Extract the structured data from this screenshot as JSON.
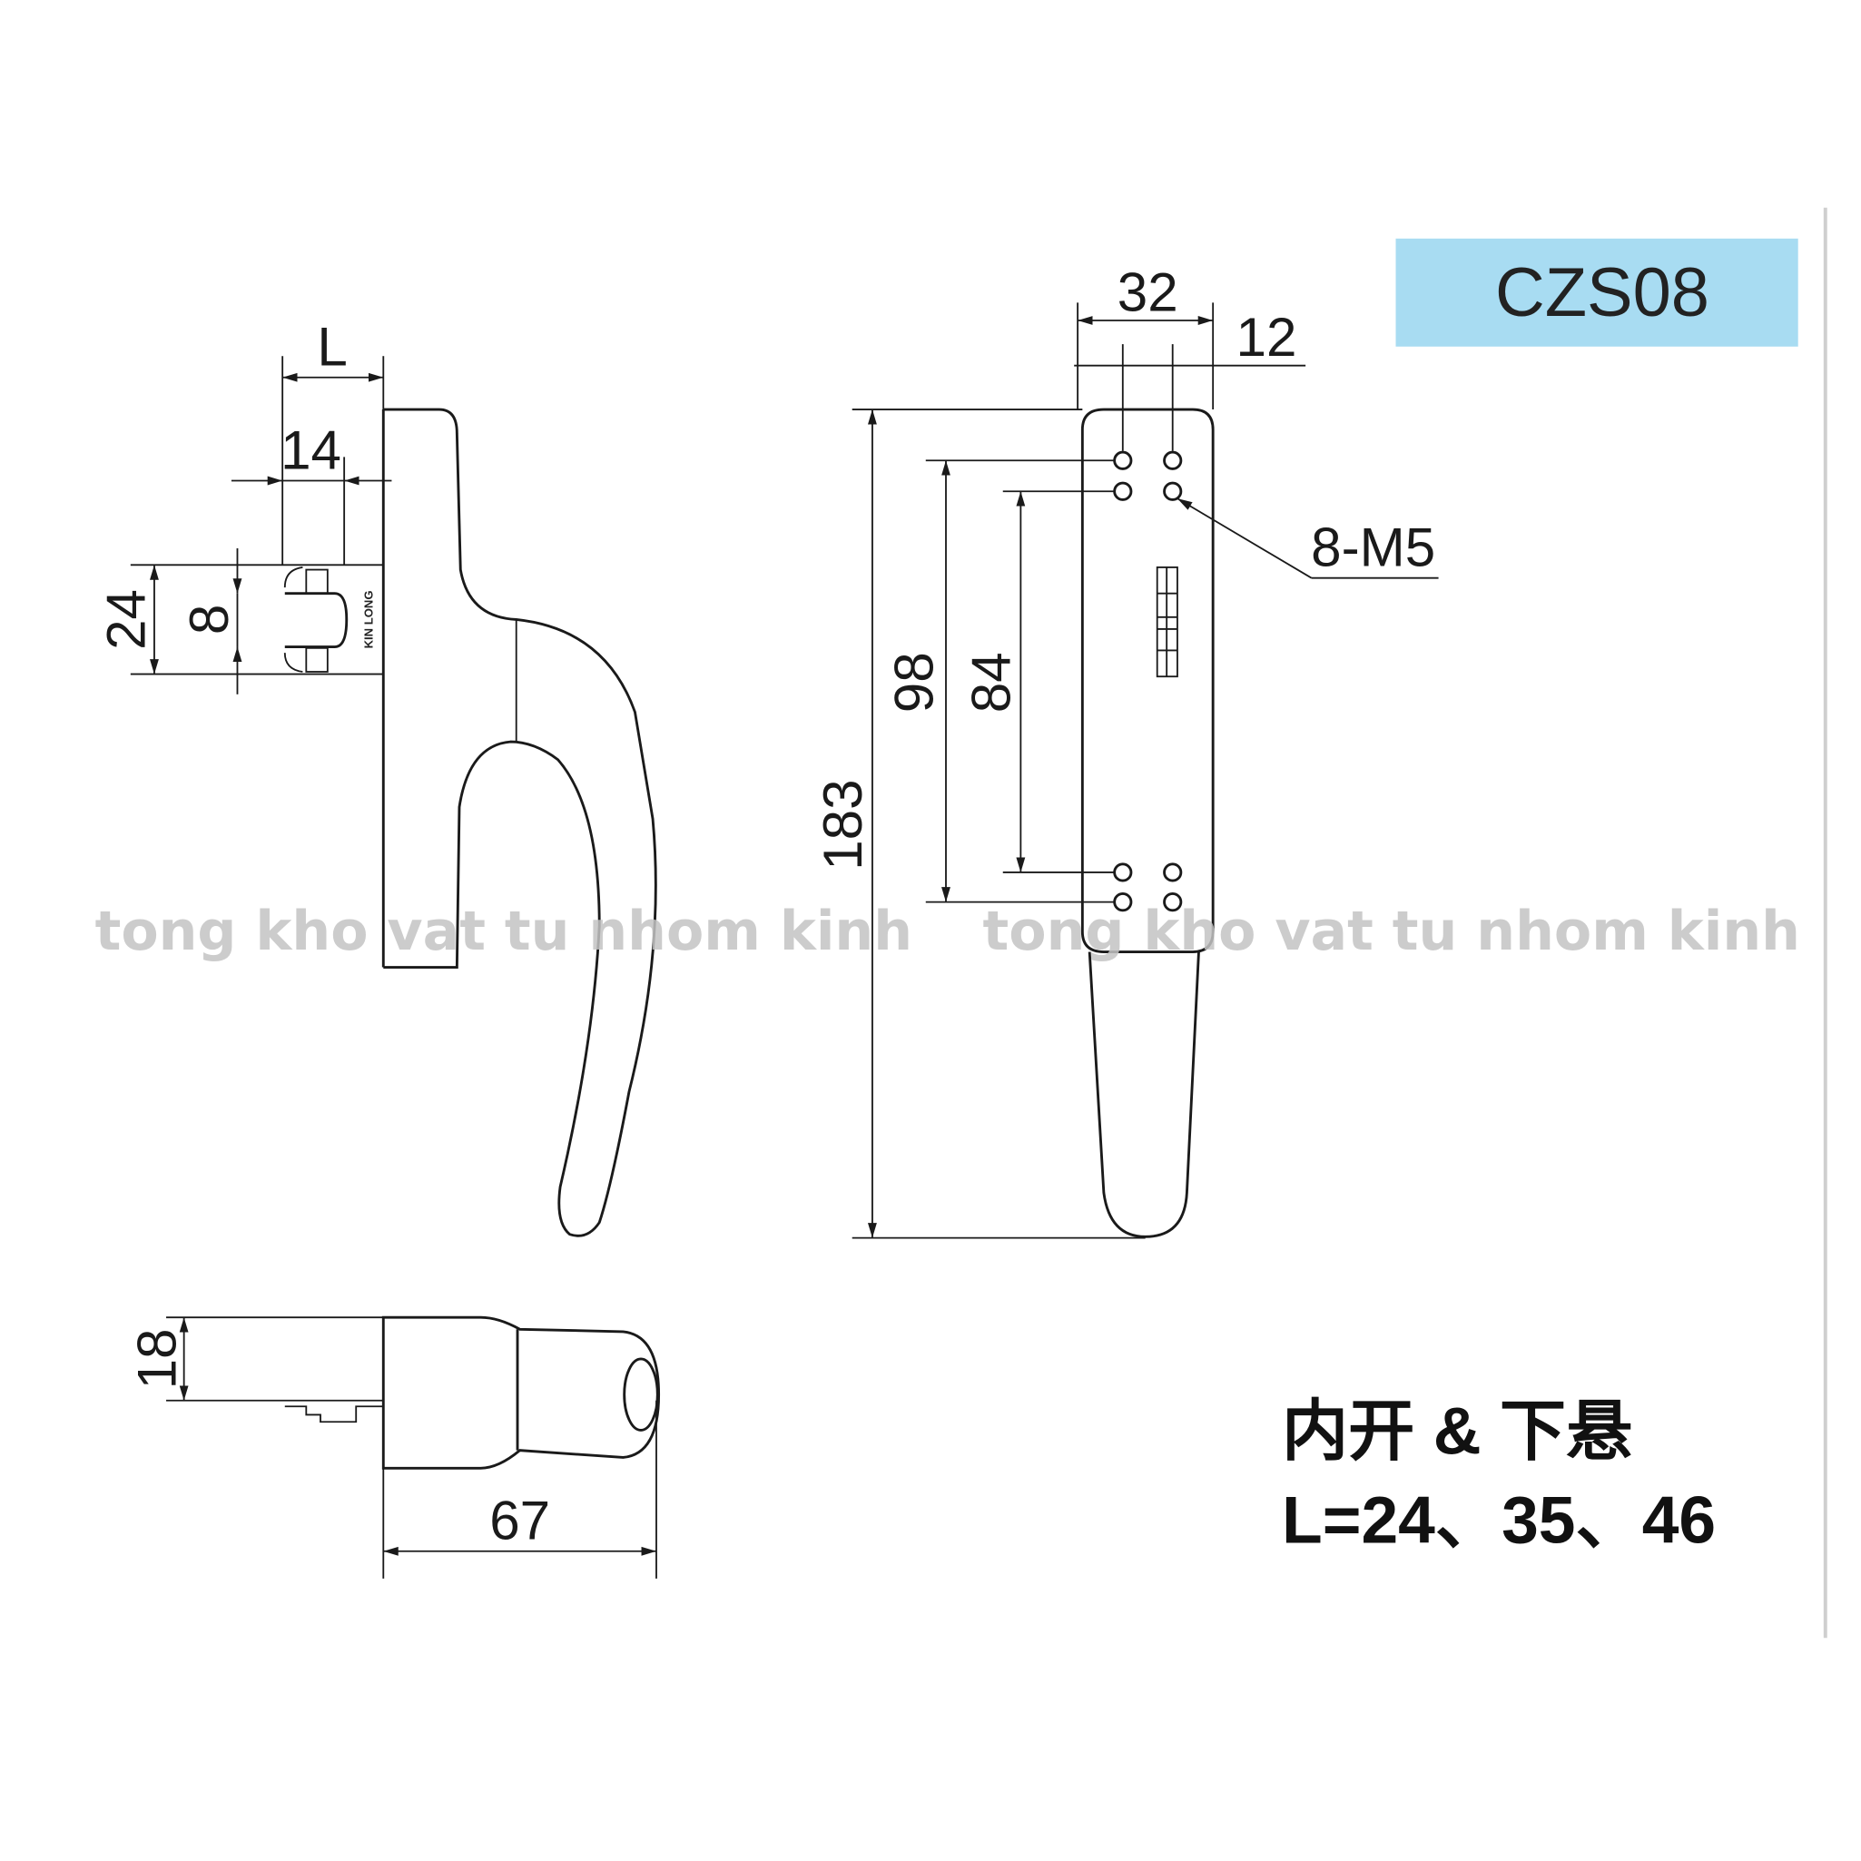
{
  "model_badge": {
    "label": "CZS08",
    "color": "#a8dcf2"
  },
  "side_view": {
    "dim_L": "L",
    "dim_14": "14",
    "dim_24": "24",
    "dim_8": "8",
    "brand_mark": "KIN LONG"
  },
  "front_view": {
    "dim_32": "32",
    "dim_12": "12",
    "dim_183": "183",
    "dim_98": "98",
    "dim_84": "84",
    "hole_callout": "8-M5"
  },
  "top_view": {
    "dim_18": "18",
    "dim_67": "67"
  },
  "caption": {
    "line1": "内开 & 下悬",
    "line2": "L=24、35、46"
  },
  "watermark": {
    "text": "tong kho vat tu nhom kinh"
  }
}
